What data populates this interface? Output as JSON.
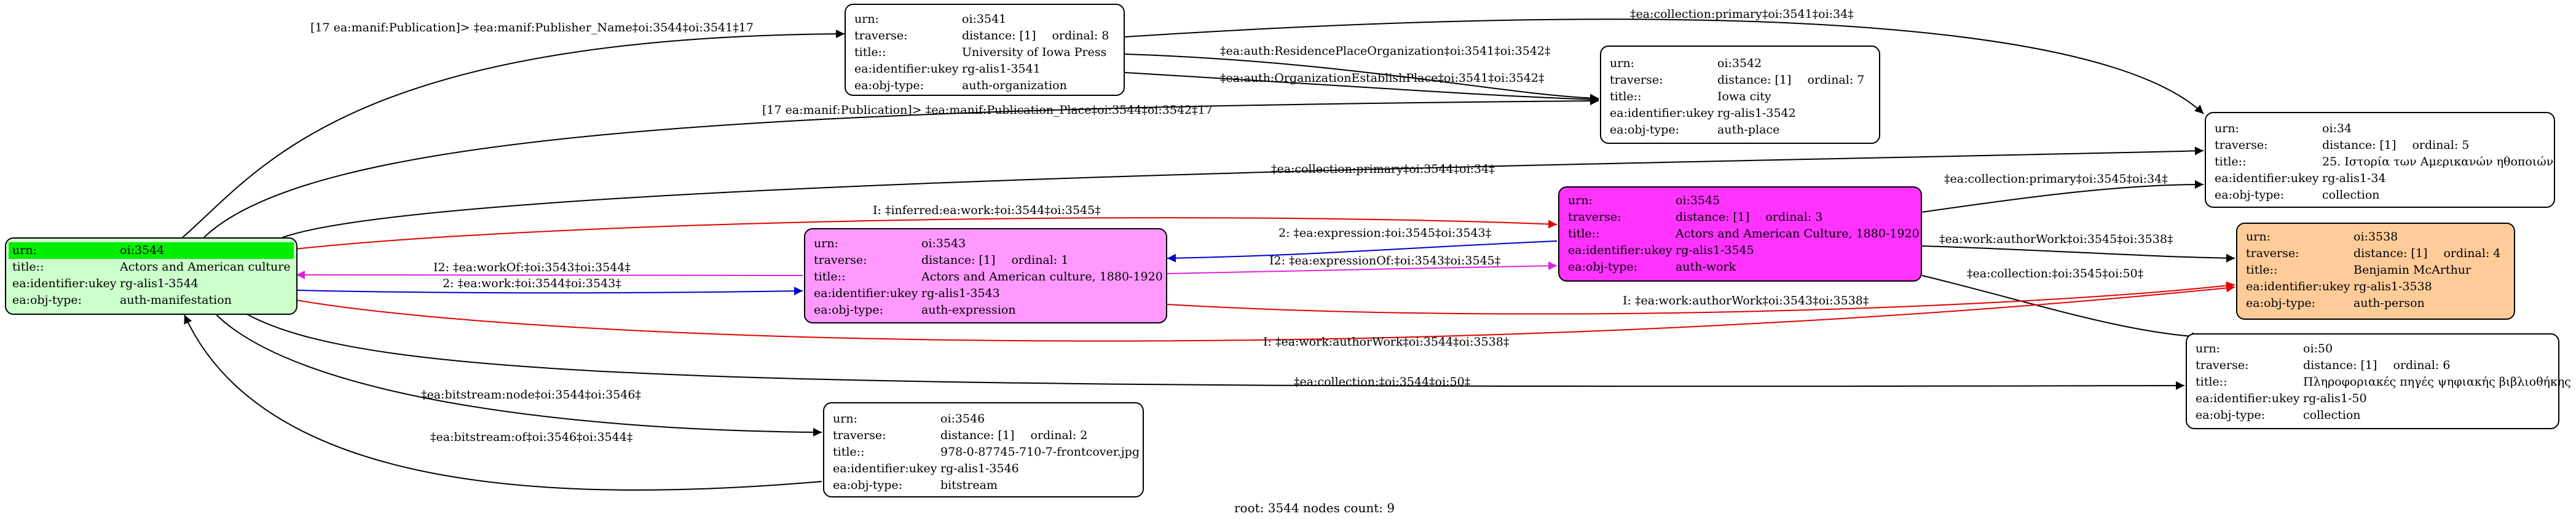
{
  "colors": {
    "root_fill": "#ccffcc",
    "root_urn_band": "#00ee00",
    "expression_fill": "#ff99ff",
    "work_fill": "#ff33ff",
    "person_fill": "#ffcc99",
    "default_fill": "#ffffff",
    "edge_black": "#000000",
    "edge_red": "#e00000",
    "edge_blue": "#0000cc",
    "edge_magenta": "#dd22dd"
  },
  "nodes": {
    "n3544": {
      "urn": "oi:3544",
      "title": "Actors and American culture",
      "ukey": "rg-alis1-3544",
      "objtype": "auth-manifestation"
    },
    "n3541": {
      "urn": "oi:3541",
      "traverse": "distance: [1]",
      "ordinal": "ordinal: 8",
      "title": "University of Iowa Press",
      "ukey": "rg-alis1-3541",
      "objtype": "auth-organization"
    },
    "n3542": {
      "urn": "oi:3542",
      "traverse": "distance: [1]",
      "ordinal": "ordinal: 7",
      "title": "Iowa city",
      "ukey": "rg-alis1-3542",
      "objtype": "auth-place"
    },
    "n34": {
      "urn": "oi:34",
      "traverse": "distance: [1]",
      "ordinal": "ordinal: 5",
      "title": "25. Ιστορία των Αμερικανών ηθοποιών",
      "ukey": "rg-alis1-34",
      "objtype": "collection"
    },
    "n3545": {
      "urn": "oi:3545",
      "traverse": "distance: [1]",
      "ordinal": "ordinal: 3",
      "title": "Actors and American Culture, 1880-1920",
      "ukey": "rg-alis1-3545",
      "objtype": "auth-work"
    },
    "n3543": {
      "urn": "oi:3543",
      "traverse": "distance: [1]",
      "ordinal": "ordinal: 1",
      "title": "Actors and American culture, 1880-1920",
      "ukey": "rg-alis1-3543",
      "objtype": "auth-expression"
    },
    "n3538": {
      "urn": "oi:3538",
      "traverse": "distance: [1]",
      "ordinal": "ordinal: 4",
      "title": "Benjamin McArthur",
      "ukey": "rg-alis1-3538",
      "objtype": "auth-person"
    },
    "n50": {
      "urn": "oi:50",
      "traverse": "distance: [1]",
      "ordinal": "ordinal: 6",
      "title": "Πληροφοριακές πηγές ψηφιακής βιβλιοθήκης",
      "ukey": "rg-alis1-50",
      "objtype": "collection"
    },
    "n3546": {
      "urn": "oi:3546",
      "traverse": "distance: [1]",
      "ordinal": "ordinal: 2",
      "title": "978-0-87745-710-7-frontcover.jpg",
      "ukey": "rg-alis1-3546",
      "objtype": "bitstream"
    }
  },
  "labels": {
    "k_urn": "urn:",
    "k_trav": "traverse:",
    "k_title": "title::",
    "k_ukey": "ea:identifier:ukey",
    "k_type": "ea:obj-type:"
  },
  "edges": {
    "e1": "[17 ea:manif:Publication]> ‡ea:manif:Publisher_Name‡oi:3544‡oi:3541‡17",
    "e2": "‡ea:collection:primary‡oi:3541‡oi:34‡",
    "e3": "‡ea:auth:ResidencePlaceOrganization‡oi:3541‡oi:3542‡",
    "e4": "‡ea:auth:OrganizationEstablishPlace‡oi:3541‡oi:3542‡",
    "e5": "[17 ea:manif:Publication]> ‡ea:manif:Publication_Place‡oi:3544‡oi:3542‡17",
    "e6": "‡ea:collection:primary‡oi:3544‡oi:34‡",
    "e7": "‡ea:collection:primary‡oi:3545‡oi:34‡",
    "e8": "I: ‡inferred:ea:work:‡oi:3544‡oi:3545‡",
    "e9": "2: ‡ea:expression:‡oi:3545‡oi:3543‡",
    "e10": "‡ea:work:authorWork‡oi:3545‡oi:3538‡",
    "e11": "I2: ‡ea:workOf:‡oi:3543‡oi:3544‡",
    "e12": "I2: ‡ea:expressionOf:‡oi:3543‡oi:3545‡",
    "e13": "2: ‡ea:work:‡oi:3544‡oi:3543‡",
    "e14": "‡ea:collection:‡oi:3545‡oi:50‡",
    "e15": "I: ‡ea:work:authorWork‡oi:3543‡oi:3538‡",
    "e16": "I: ‡ea:work:authorWork‡oi:3544‡oi:3538‡",
    "e17": "‡ea:collection:‡oi:3544‡oi:50‡",
    "e18": "‡ea:bitstream:node‡oi:3544‡oi:3546‡",
    "e19": "‡ea:bitstream:of‡oi:3546‡oi:3544‡"
  },
  "footer": "root: 3544 nodes count: 9"
}
